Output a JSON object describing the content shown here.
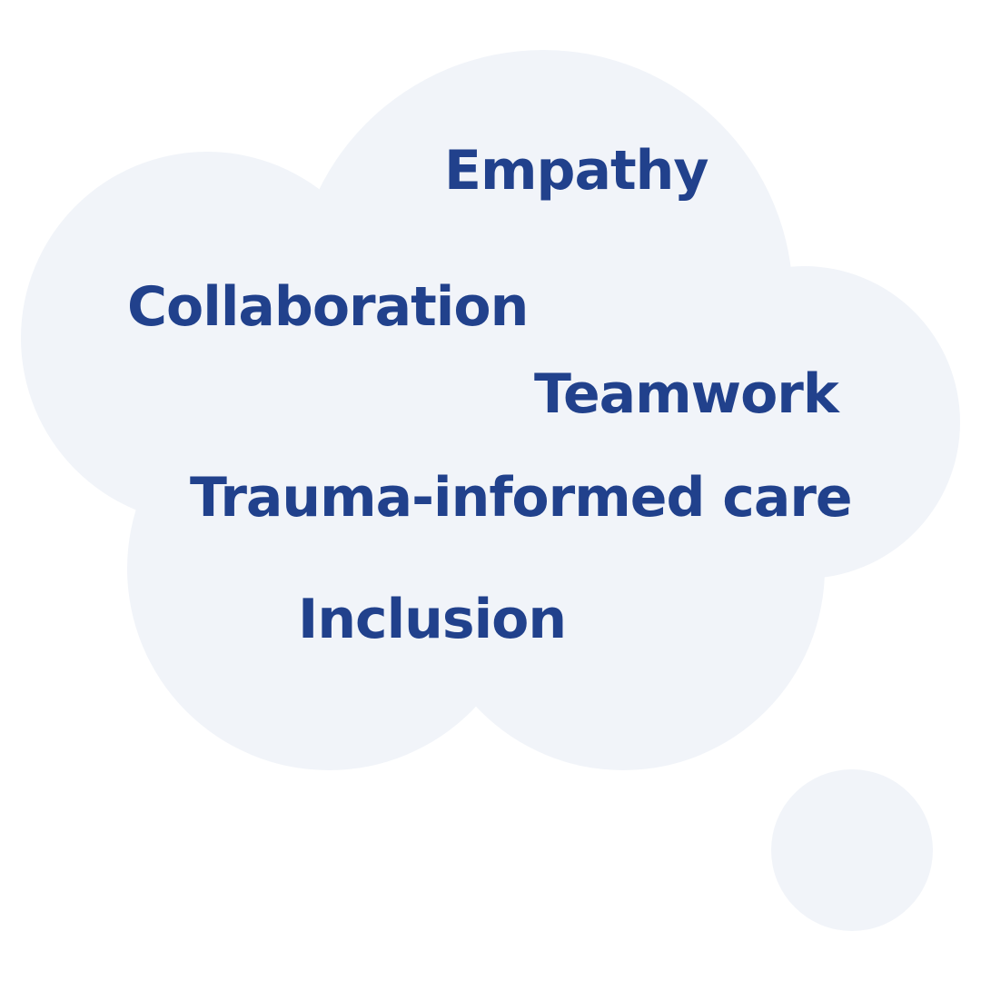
{
  "colors": {
    "background": "#ffffff",
    "bubble_fill": "#f1f4f9",
    "text": "#21418c"
  },
  "bubble": {
    "words": [
      "Empathy",
      "Collaboration",
      "Teamwork",
      "Trauma-informed care",
      "Inclusion"
    ]
  }
}
